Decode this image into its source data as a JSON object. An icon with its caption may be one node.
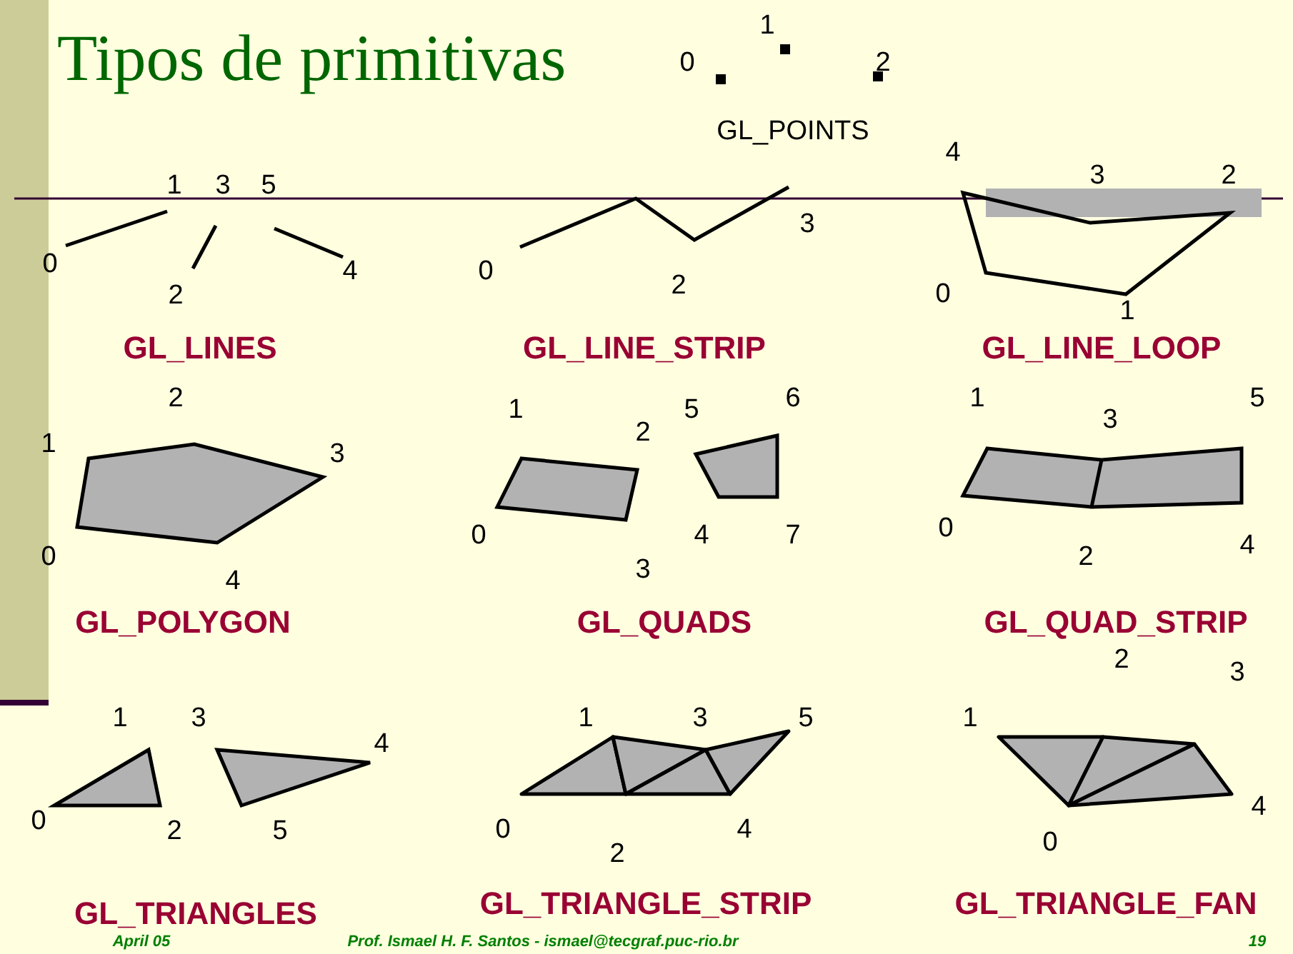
{
  "diagram": {
    "title": "Tipos de primitivas",
    "labels": [
      "0",
      "1",
      "2",
      "GL_POINTS",
      "0",
      "1",
      "3",
      "5",
      "2",
      "4",
      "0",
      "3",
      "2",
      "4",
      "3",
      "2",
      "0",
      "1",
      "GL_LINES",
      "GL_LINE_STRIP",
      "GL_LINE_LOOP",
      "2",
      "1",
      "3",
      "0",
      "4",
      "1",
      "2",
      "5",
      "6",
      "0",
      "4",
      "7",
      "3",
      "1",
      "3",
      "5",
      "0",
      "2",
      "4",
      "GL_POLYGON",
      "GL_QUADS",
      "GL_QUAD_STRIP",
      "2",
      "3",
      "1",
      "3",
      "4",
      "0",
      "2",
      "5",
      "1",
      "3",
      "5",
      "0",
      "2",
      "4",
      "1",
      "0",
      "4",
      "GL_TRIANGLES",
      "GL_TRIANGLE_STRIP",
      "GL_TRIANGLE_FAN",
      "April 05",
      "Prof. Ismael H. F. Santos -  ismael@tecgraf.puc-rio.br",
      "19"
    ]
  }
}
